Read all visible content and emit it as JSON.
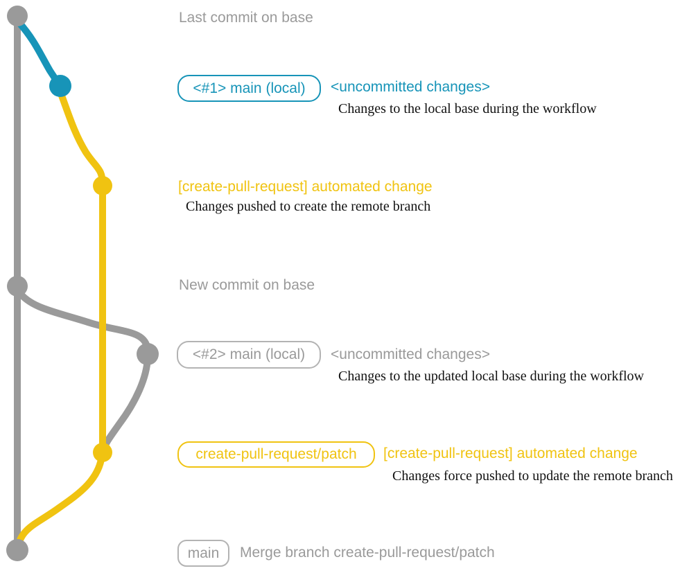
{
  "colors": {
    "gray": "#9a9a9a",
    "blue": "#1794b8",
    "yellow": "#f0c311",
    "gray_border": "#b3b3b3",
    "ink": "#111111",
    "bg": "#ffffff"
  },
  "labels": {
    "last_commit": "Last commit on base",
    "branch1_badge": "<#1> main (local)",
    "branch1_title": "<uncommitted changes>",
    "branch1_desc": "Changes to the local base during the workflow",
    "auto_change1": "[create-pull-request] automated change",
    "auto_change1_desc": "Changes pushed to create the remote branch",
    "new_commit": "New commit on base",
    "branch2_badge": "<#2> main (local)",
    "branch2_title": "<uncommitted changes>",
    "branch2_desc": "Changes to the updated local base during the workflow",
    "patch_badge": "create-pull-request/patch",
    "auto_change2": "[create-pull-request] automated change",
    "auto_change2_desc": "Changes force pushed to update the remote branch",
    "merge_badge": "main",
    "merge_message": "Merge branch create-pull-request/patch"
  }
}
